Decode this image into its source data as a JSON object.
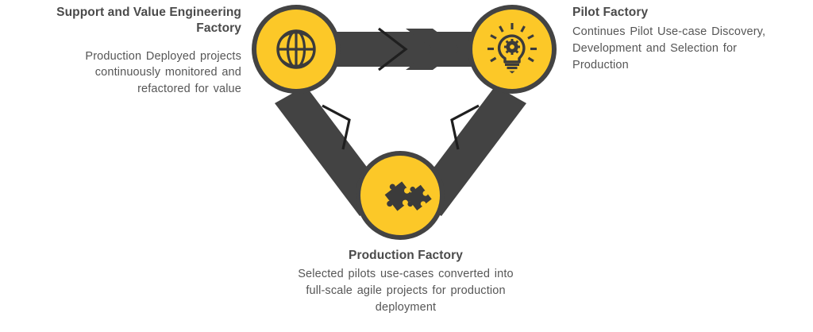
{
  "diagram": {
    "type": "cycle",
    "colors": {
      "accent_yellow": "#FCC828",
      "dark_gray": "#434343",
      "title_text": "#4a4a4a",
      "body_text": "#565656",
      "background": "#ffffff"
    },
    "nodes": [
      {
        "id": "support",
        "icon": "globe-icon",
        "title": "Support and Value Engineering Factory",
        "title_lines": [
          "Support and Value Engineering",
          "Factory"
        ],
        "body": "Production Deployed projects continuously monitored and refactored for value",
        "body_lines": [
          "Production Deployed projects",
          "continuously monitored and",
          "refactored for value"
        ],
        "align": "right"
      },
      {
        "id": "pilot",
        "icon": "lightbulb-gear-icon",
        "title": "Pilot Factory",
        "title_lines": [
          "Pilot Factory"
        ],
        "body": "Continues Pilot Use-case Discovery, Development and Selection for Production",
        "body_lines": [
          "Continues Pilot Use-case Discovery,",
          "Development and Selection for",
          "Production"
        ],
        "align": "left"
      },
      {
        "id": "production",
        "icon": "puzzle-pieces-icon",
        "title": "Production Factory",
        "title_lines": [
          "Production Factory"
        ],
        "body": "Selected pilots use-cases converted into full-scale agile projects for production deployment",
        "body_lines": [
          "Selected pilots use-cases converted into",
          "full-scale agile projects for production",
          "deployment"
        ],
        "align": "center"
      }
    ],
    "connectors": [
      {
        "id": "support-to-pilot",
        "from": "support",
        "to": "pilot",
        "direction": "right"
      },
      {
        "id": "pilot-to-production",
        "from": "pilot",
        "to": "production",
        "direction": "down-left"
      },
      {
        "id": "production-to-support",
        "from": "production",
        "to": "support",
        "direction": "up-left"
      }
    ]
  }
}
